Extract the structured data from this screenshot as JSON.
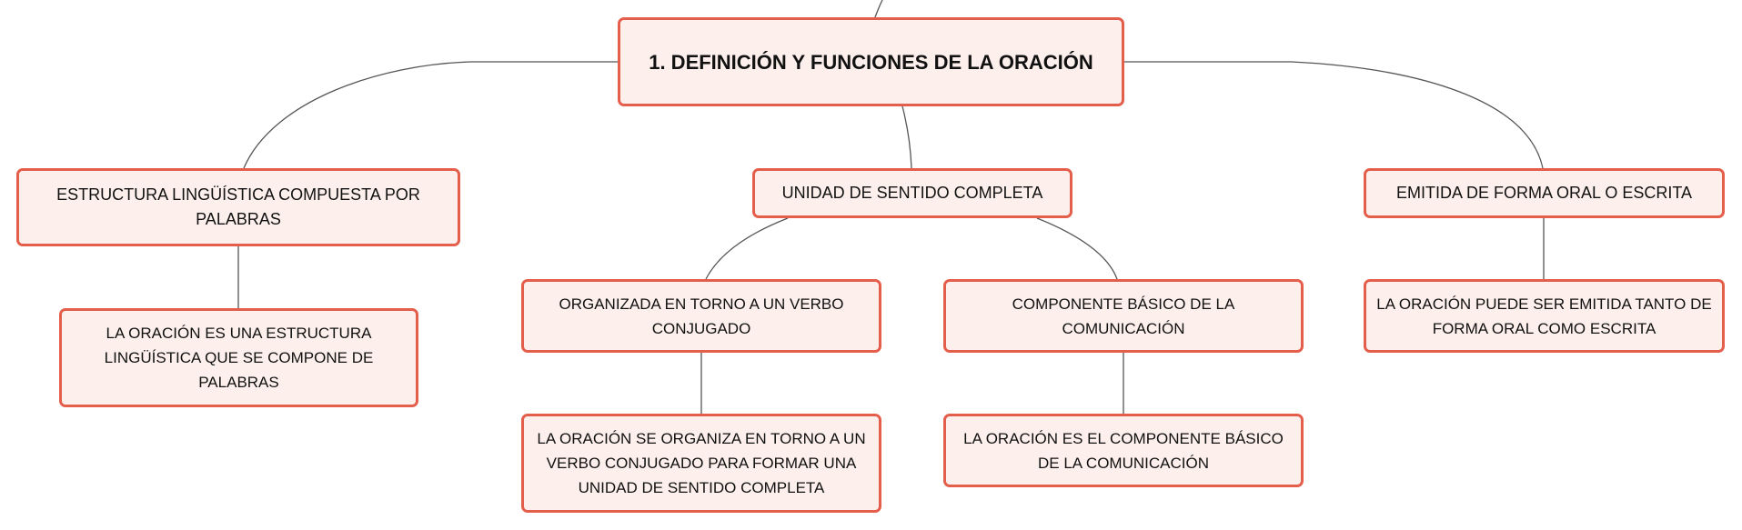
{
  "colors": {
    "node_fill": "#fdf0ec",
    "node_border": "#e45e4c",
    "link": "#555555",
    "text": "#111111"
  },
  "mindmap": {
    "root": "1. DEFINICIÓN Y FUNCIONES DE LA ORACIÓN",
    "branch_a": "ESTRUCTURA LINGÜÍSTICA COMPUESTA POR PALABRAS",
    "branch_a_detail": "LA ORACIÓN ES UNA ESTRUCTURA LINGÜÍSTICA QUE SE COMPONE DE PALABRAS",
    "branch_b": "UNIDAD DE SENTIDO COMPLETA",
    "branch_b_child_1": "ORGANIZADA EN TORNO A UN VERBO CONJUGADO",
    "branch_b_child_1_detail": "LA ORACIÓN SE ORGANIZA EN TORNO A UN VERBO CONJUGADO PARA FORMAR UNA UNIDAD DE SENTIDO COMPLETA",
    "branch_b_child_2": "COMPONENTE BÁSICO DE LA COMUNICACIÓN",
    "branch_b_child_2_detail": "LA ORACIÓN ES EL COMPONENTE BÁSICO DE LA COMUNICACIÓN",
    "branch_c": "EMITIDA DE FORMA ORAL O ESCRITA",
    "branch_c_detail": "LA ORACIÓN PUEDE SER EMITIDA TANTO DE FORMA ORAL COMO ESCRITA"
  }
}
